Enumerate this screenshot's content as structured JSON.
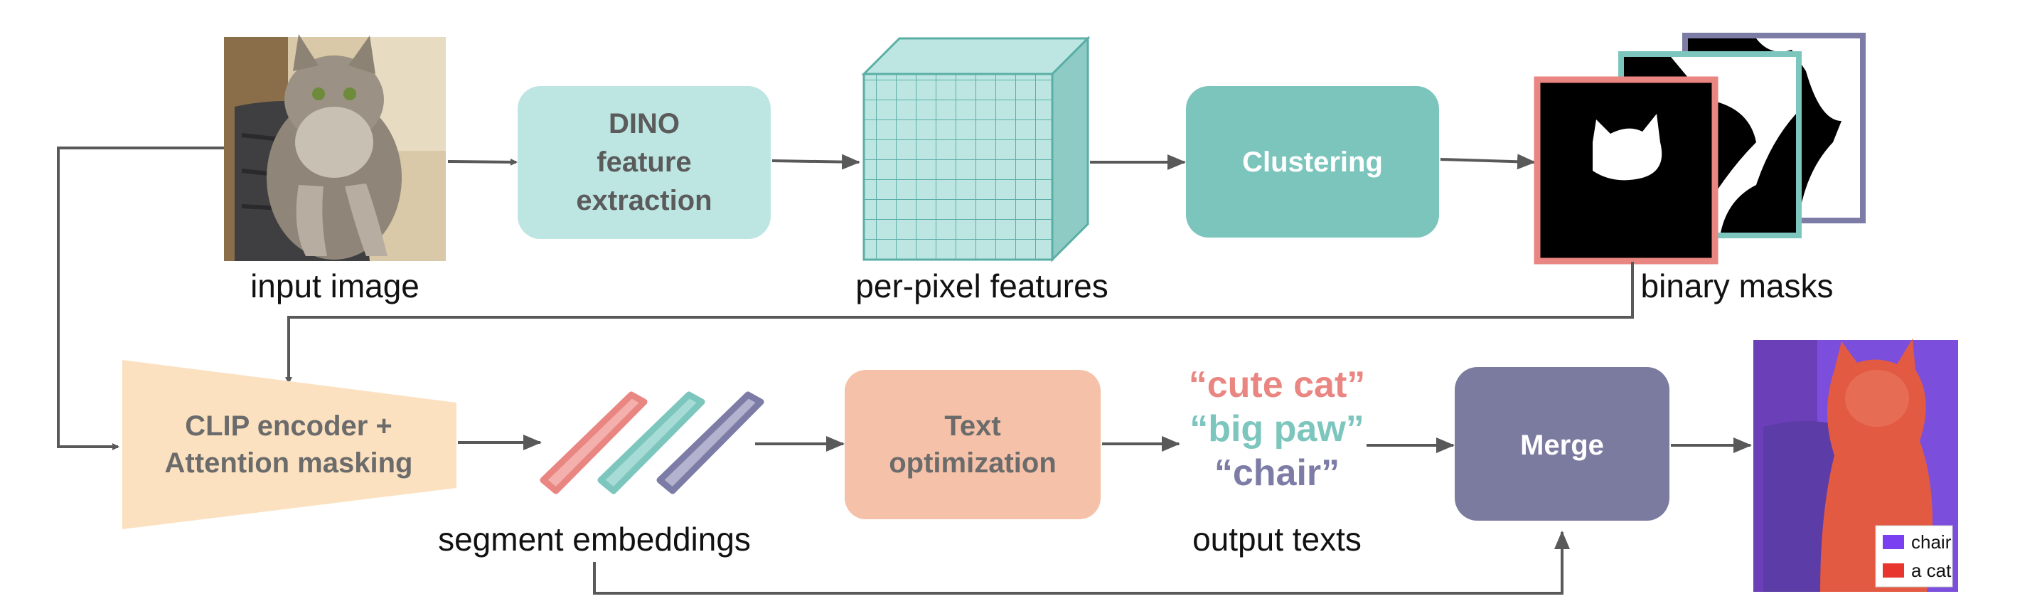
{
  "labels": {
    "input_image": "input image",
    "per_pixel_features": "per-pixel features",
    "binary_masks": "binary masks",
    "segment_embeddings": "segment embeddings",
    "output_texts": "output texts"
  },
  "boxes": {
    "dino": [
      "DINO",
      "feature",
      "extraction"
    ],
    "clustering": "Clustering",
    "clip": [
      "CLIP encoder +",
      "Attention masking"
    ],
    "text_opt": [
      "Text",
      "optimization"
    ],
    "merge": "Merge"
  },
  "quotes": {
    "cute_cat": "“cute cat”",
    "big_paw": "“big paw”",
    "chair": "“chair”"
  },
  "legend": {
    "chair": "chair",
    "a_cat": "a cat"
  },
  "colors": {
    "dino_box": "#bde6e3",
    "clustering_box": "#7cc5bd",
    "clip_box": "#fbe1c0",
    "text_opt_box": "#f5c1a8",
    "merge_box": "#7b7ba0",
    "quote_cat": "#ea8682",
    "quote_paw": "#7cc6be",
    "quote_chair": "#7c7ca6",
    "mask_red": "#ea8682",
    "mask_teal": "#7cc6be",
    "mask_purple": "#7c7ca6",
    "legend_chair": "#7b3ff2",
    "legend_cat": "#e8352e"
  }
}
